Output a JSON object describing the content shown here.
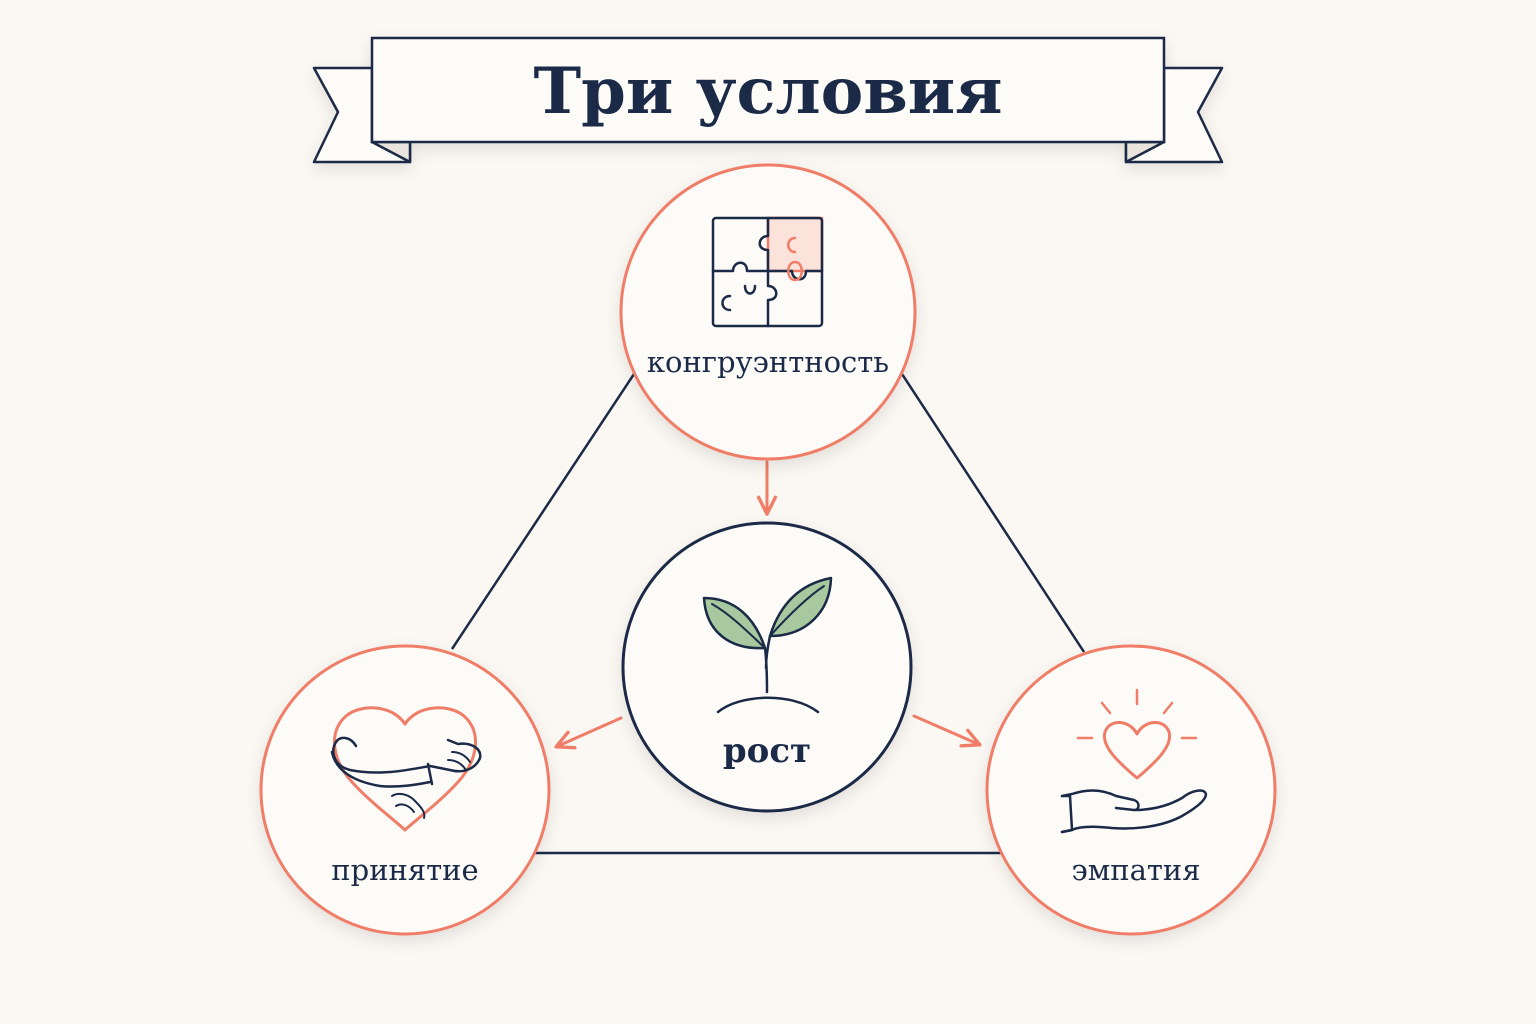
{
  "title": "Три условия",
  "nodes": {
    "top": {
      "label": "конгруэнтность",
      "icon": "puzzle-icon"
    },
    "center": {
      "label": "рост",
      "icon": "sprout-icon"
    },
    "left": {
      "label": "принятие",
      "icon": "heart-hug-icon"
    },
    "right": {
      "label": "эмпатия",
      "icon": "hand-heart-icon"
    }
  },
  "colors": {
    "navy": "#1b2a47",
    "coral": "#f07d68",
    "leaf": "#a8c8a0",
    "background": "#fbf8f3",
    "circle_fill": "#fdfbf8"
  }
}
